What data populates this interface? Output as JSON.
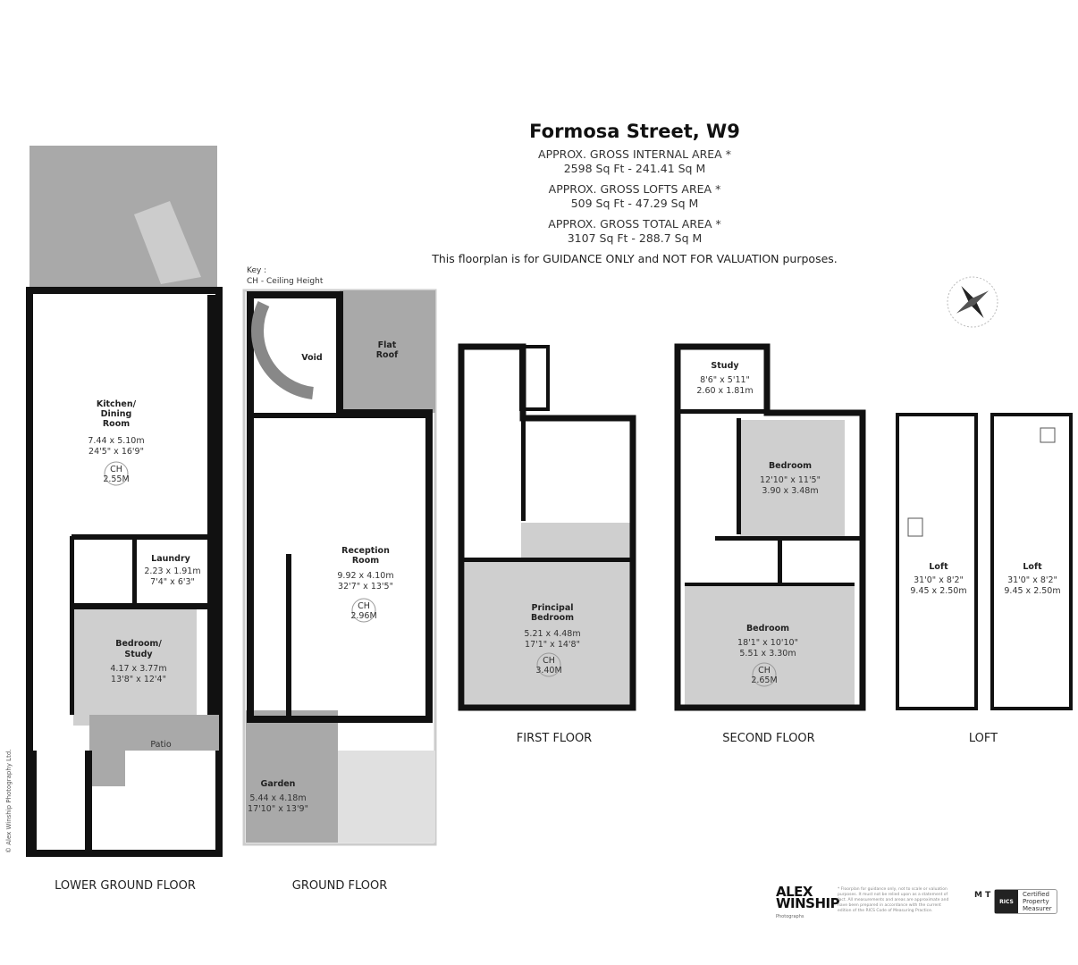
{
  "header": {
    "title": "Formosa Street, W9",
    "internal_label": "APPROX. GROSS INTERNAL  AREA *",
    "internal_value": "2598 Sq Ft  -  241.41 Sq M",
    "lofts_label": "APPROX. GROSS LOFTS  AREA *",
    "lofts_value": "509 Sq Ft  -  47.29 Sq M",
    "total_label": "APPROX. GROSS TOTAL  AREA *",
    "total_value": "3107 Sq Ft  -  288.7 Sq M",
    "note": "This floorplan is for GUIDANCE ONLY and NOT FOR VALUATION purposes."
  },
  "key": {
    "title": "Key :",
    "ch": "CH - Ceiling Height"
  },
  "colors": {
    "wall": "#111111",
    "shaded_room": "#cfcfcf",
    "outdoor": "#a9a9a9",
    "garden": "#d9d9d9"
  },
  "floors": {
    "lower_ground": {
      "label": "LOWER GROUND FLOOR",
      "kitchen": {
        "name1": "Kitchen/",
        "name2": "Dining",
        "name3": "Room",
        "metric": "7.44 x 5.10m",
        "imperial": "24'5\" x 16'9\"",
        "ch": "CH",
        "ch_value": "2.55M"
      },
      "laundry": {
        "name": "Laundry",
        "metric": "2.23 x 1.91m",
        "imperial": "7'4\" x 6'3\""
      },
      "bedroom": {
        "name1": "Bedroom/",
        "name2": "Study",
        "metric": "4.17 x 3.77m",
        "imperial": "13'8\" x 12'4\""
      },
      "patio": {
        "name": "Patio"
      }
    },
    "ground": {
      "label": "GROUND FLOOR",
      "void": {
        "name": "Void"
      },
      "flat_roof": {
        "name1": "Flat",
        "name2": "Roof"
      },
      "reception": {
        "name1": "Reception",
        "name2": "Room",
        "metric": "9.92 x 4.10m",
        "imperial": "32'7\" x 13'5\"",
        "ch": "CH",
        "ch_value": "2.96M"
      },
      "garden": {
        "name": "Garden",
        "metric": "5.44 x 4.18m",
        "imperial": "17'10\" x 13'9\""
      }
    },
    "first": {
      "label": "FIRST FLOOR",
      "principal": {
        "name1": "Principal",
        "name2": "Bedroom",
        "metric": "5.21 x 4.48m",
        "imperial": "17'1\" x 14'8\"",
        "ch": "CH",
        "ch_value": "3.40M"
      }
    },
    "second": {
      "label": "SECOND FLOOR",
      "study": {
        "name": "Study",
        "imperial": "8'6\" x 5'11\"",
        "metric": "2.60 x 1.81m"
      },
      "bedroom1": {
        "name": "Bedroom",
        "imperial": "12'10\" x 11'5\"",
        "metric": "3.90 x 3.48m"
      },
      "bedroom2": {
        "name": "Bedroom",
        "imperial": "18'1\" x 10'10\"",
        "metric": "5.51 x 3.30m",
        "ch": "CH",
        "ch_value": "2.65M"
      }
    },
    "loft": {
      "label": "LOFT",
      "loft1": {
        "name": "Loft",
        "imperial": "31'0\" x 8'2\"",
        "metric": "9.45 x 2.50m"
      },
      "loft2": {
        "name": "Loft",
        "imperial": "31'0\" x 8'2\"",
        "metric": "9.45 x 2.50m"
      }
    }
  },
  "footer": {
    "copyright": "© Alex Winship Photography Ltd.",
    "logo_line1": "ALEX",
    "logo_line2": "WINSHIP",
    "logo_sub": "Photographs",
    "disclaimer": "* Floorplan for guidance only, not to scale or valuation purposes. It must not be relied upon as a statement of fact. All measurements and areas are approximate and have been prepared in accordance with the current edition of the RICS Code of Measuring Practice.",
    "rics": "RICS",
    "certified1": "Certified",
    "certified2": "Property",
    "certified3": "Measurer",
    "mt": "M T"
  }
}
